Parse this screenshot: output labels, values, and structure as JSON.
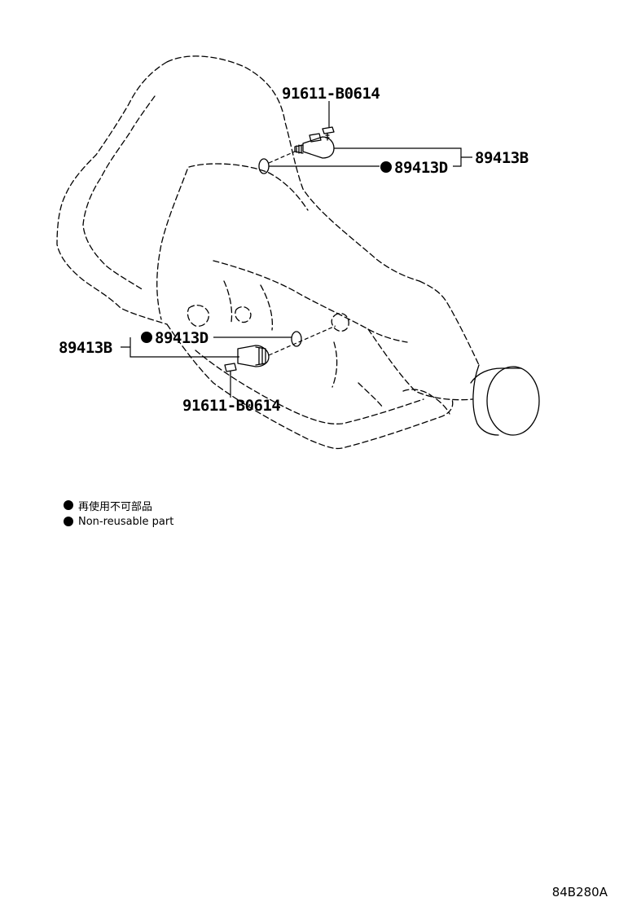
{
  "callouts": {
    "bolt_upper": "91611-B0614",
    "sensor_upper": "89413B",
    "oring_upper": "89413D",
    "sensor_lower": "89413B",
    "oring_lower": "89413D",
    "bolt_lower": "91611-B0614"
  },
  "legend": {
    "japanese": "再使用不可部品",
    "english": "Non-reusable part"
  },
  "diagram_code": "84B280A"
}
